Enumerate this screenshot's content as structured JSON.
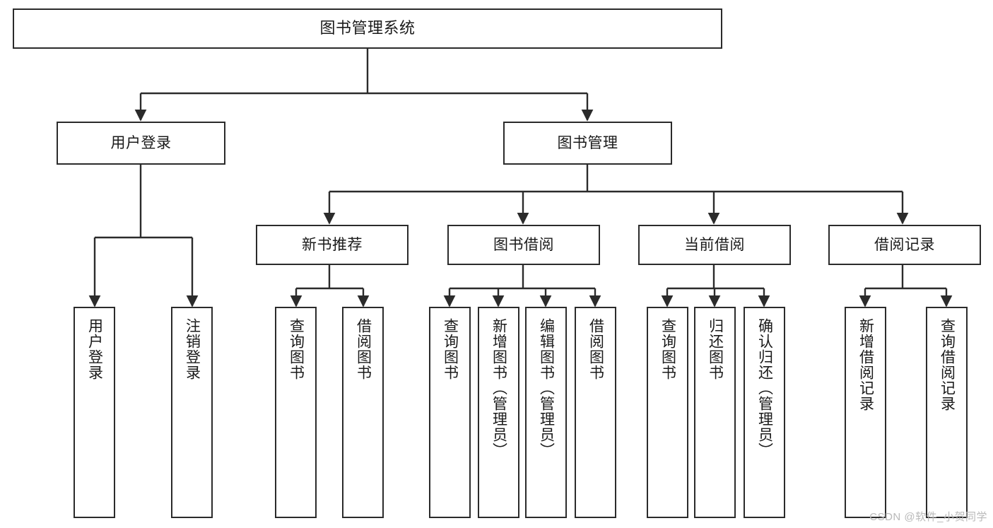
{
  "diagram": {
    "type": "tree",
    "title": "图书管理系统",
    "colors": {
      "stroke": "#2b2b2b",
      "fill": "#ffffff",
      "text": "#1a1a1a",
      "watermark": "#b9b9b9"
    },
    "watermark": "CSDN @软件_小贺同学",
    "nodes": {
      "root": {
        "label": "图书管理系统"
      },
      "level2": [
        {
          "label": "用户登录"
        },
        {
          "label": "图书管理"
        }
      ],
      "level3": [
        {
          "label": "新书推荐"
        },
        {
          "label": "图书借阅"
        },
        {
          "label": "当前借阅"
        },
        {
          "label": "借阅记录"
        }
      ],
      "leaves": {
        "user_login": [
          {
            "label": "用户登录"
          },
          {
            "label": "注销登录"
          }
        ],
        "new_book": [
          {
            "label": "查询图书"
          },
          {
            "label": "借阅图书"
          }
        ],
        "book_borrow": [
          {
            "label": "查询图书"
          },
          {
            "label": "新增图书（管理员）"
          },
          {
            "label": "编辑图书（管理员）"
          },
          {
            "label": "借阅图书"
          }
        ],
        "current_borrow": [
          {
            "label": "查询图书"
          },
          {
            "label": "归还图书"
          },
          {
            "label": "确认归还（管理员）"
          }
        ],
        "borrow_record": [
          {
            "label": "新增借阅记录"
          },
          {
            "label": "查询借阅记录"
          }
        ]
      }
    }
  }
}
